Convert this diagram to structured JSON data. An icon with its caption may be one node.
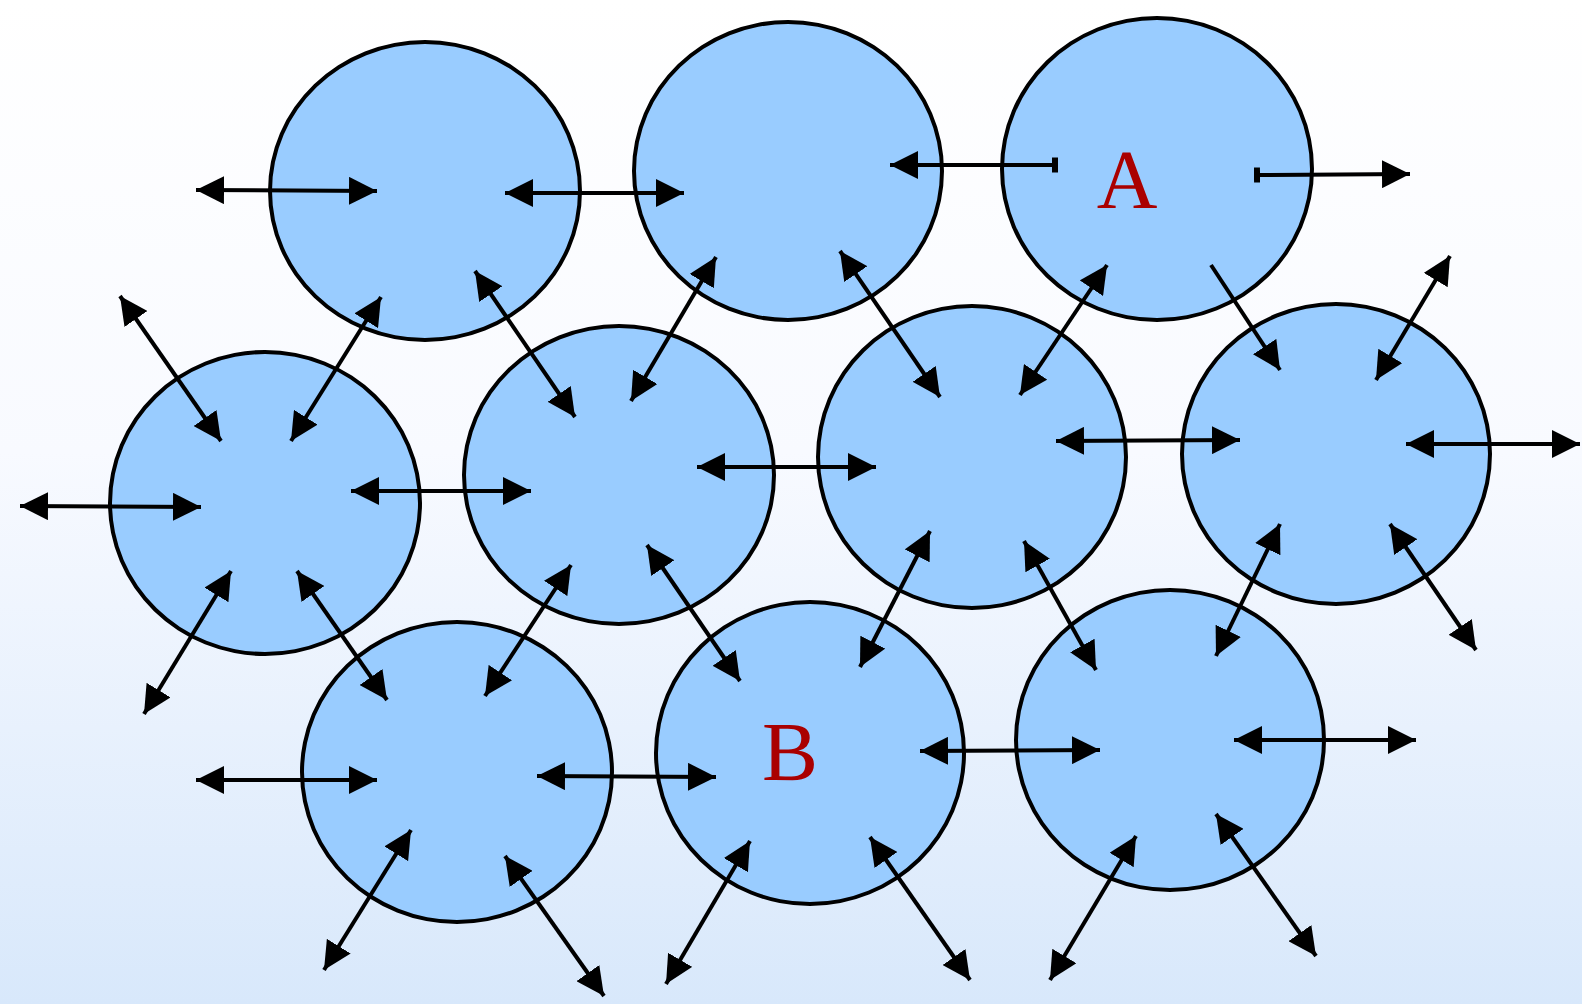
{
  "diagram": {
    "nodes": [
      {
        "text": [],
        "shape": "circle"
      },
      {
        "text": [],
        "shape": "circle"
      },
      {
        "text": [
          "A"
        ]
      },
      {
        "text": [],
        "shape": "circle"
      },
      {
        "text": [],
        "shape": "circle"
      },
      {
        "text": [],
        "shape": "circle"
      },
      {
        "text": [],
        "shape": "circle"
      },
      {
        "text": [],
        "shape": "circle"
      },
      {
        "text": [
          "B"
        ]
      },
      {
        "text": [],
        "shape": "circle"
      }
    ],
    "edges": [
      {
        "from": null,
        "to": 0,
        "arrow": "both"
      },
      {
        "from": 0,
        "to": 1,
        "arrow": "both"
      },
      {
        "from": 2,
        "to": 1,
        "arrow": "to"
      },
      {
        "from": 2,
        "to": null,
        "arrow": "to"
      },
      {
        "from": 0,
        "to": 3,
        "arrow": "both"
      },
      {
        "from": null,
        "to": 3,
        "arrow": "both"
      },
      {
        "from": 0,
        "to": 4,
        "arrow": "both"
      },
      {
        "from": 1,
        "to": 4,
        "arrow": "both"
      },
      {
        "from": 1,
        "to": 5,
        "arrow": "both"
      },
      {
        "from": 2,
        "to": 5,
        "arrow": "both"
      },
      {
        "from": 2,
        "to": 6,
        "arrow": "to"
      },
      {
        "from": 6,
        "to": null,
        "arrow": "both"
      },
      {
        "from": null,
        "to": 3,
        "arrow": "both"
      },
      {
        "from": 3,
        "to": 4,
        "arrow": "both"
      },
      {
        "from": 4,
        "to": 5,
        "arrow": "both"
      },
      {
        "from": 5,
        "to": 6,
        "arrow": "both"
      },
      {
        "from": 6,
        "to": null,
        "arrow": "both"
      },
      {
        "from": 3,
        "to": null,
        "arrow": "both"
      },
      {
        "from": 3,
        "to": 7,
        "arrow": "both"
      },
      {
        "from": 4,
        "to": 7,
        "arrow": "both"
      },
      {
        "from": 4,
        "to": 8,
        "arrow": "both"
      },
      {
        "from": 5,
        "to": 8,
        "arrow": "both"
      },
      {
        "from": 5,
        "to": 9,
        "arrow": "both"
      },
      {
        "from": 6,
        "to": 9,
        "arrow": "both"
      },
      {
        "from": 6,
        "to": null,
        "arrow": "both"
      },
      {
        "from": null,
        "to": 7,
        "arrow": "both"
      },
      {
        "from": 7,
        "to": 8,
        "arrow": "both"
      },
      {
        "from": 8,
        "to": 9,
        "arrow": "both"
      },
      {
        "from": 9,
        "to": null,
        "arrow": "both"
      },
      {
        "from": 7,
        "to": null,
        "arrow": "both"
      },
      {
        "from": 7,
        "to": null,
        "arrow": "both"
      },
      {
        "from": 8,
        "to": null,
        "arrow": "both"
      },
      {
        "from": 8,
        "to": null,
        "arrow": "both"
      },
      {
        "from": 9,
        "to": null,
        "arrow": "both"
      },
      {
        "from": 9,
        "to": null,
        "arrow": "both"
      }
    ]
  }
}
